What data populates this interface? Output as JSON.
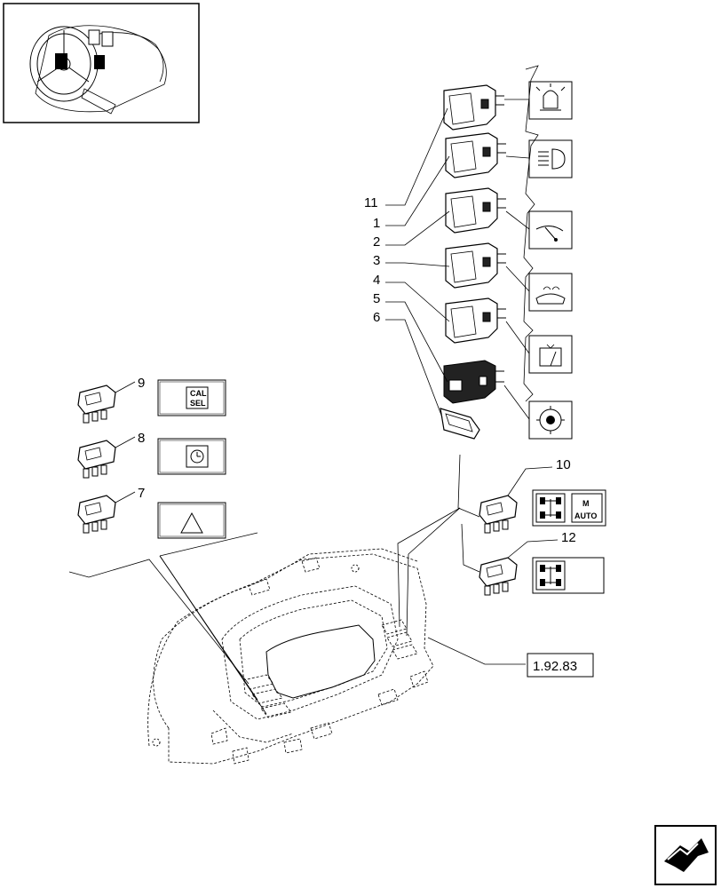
{
  "callouts": {
    "c11": "11",
    "c1": "1",
    "c2": "2",
    "c3": "3",
    "c4": "4",
    "c5": "5",
    "c6": "6",
    "c7": "7",
    "c8": "8",
    "c9": "9",
    "c10": "10",
    "c12": "12"
  },
  "symbols": {
    "cal": "CAL",
    "sel": "SEL",
    "m1": "M",
    "auto": "AUTO"
  },
  "reference": "1.92.83",
  "icons": {
    "beacon": "rotating-beacon-icon",
    "headlight": "headlight-icon",
    "front_wiper": "front-wiper-icon",
    "front_washer": "front-washer-icon",
    "rear_wiper": "rear-wiper-icon",
    "pto": "pto-icon",
    "timer": "clock-icon",
    "hazard": "hazard-triangle-icon",
    "four_wd": "four-wheel-drive-icon",
    "diff_lock": "diff-lock-icon",
    "nav": "next-page-arrow-icon"
  }
}
